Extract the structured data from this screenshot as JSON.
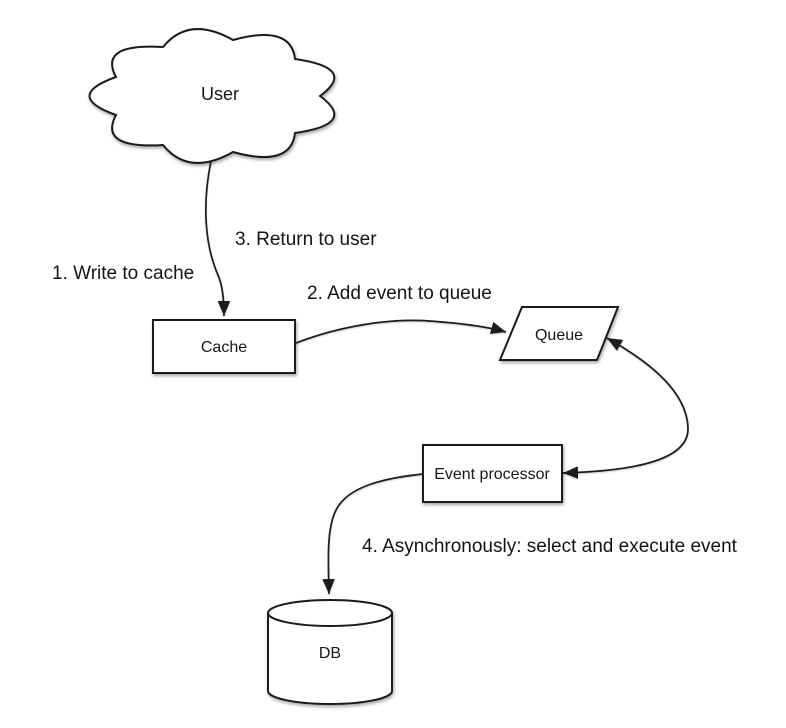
{
  "diagram": {
    "nodes": {
      "user": {
        "label": "User",
        "shape": "cloud"
      },
      "cache": {
        "label": "Cache",
        "shape": "rectangle"
      },
      "queue": {
        "label": "Queue",
        "shape": "parallelogram"
      },
      "event_processor": {
        "label": "Event processor",
        "shape": "rectangle"
      },
      "db": {
        "label": "DB",
        "shape": "cylinder"
      }
    },
    "edges": [
      {
        "from": "user",
        "to": "cache",
        "arrowheads": "end",
        "labels": [
          "1. Write to cache",
          "3. Return to user"
        ]
      },
      {
        "from": "cache",
        "to": "queue",
        "arrowheads": "end",
        "labels": [
          "2. Add event to queue"
        ]
      },
      {
        "from": "queue",
        "to": "event_processor",
        "arrowheads": "both",
        "labels": []
      },
      {
        "from": "event_processor",
        "to": "db",
        "arrowheads": "end",
        "labels": [
          "4. Asynchronously: select and execute event"
        ]
      }
    ],
    "colors": {
      "background": "#ffffff",
      "shape_fill": "#ffffff",
      "stroke": "#1b1b1b",
      "text": "#14171c"
    }
  }
}
